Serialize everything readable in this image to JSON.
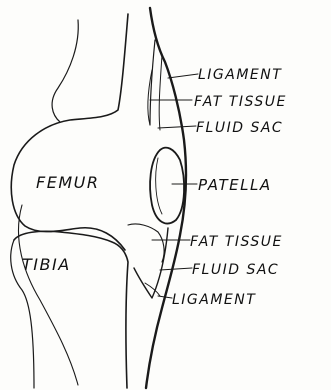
{
  "bones": {
    "femur": "FEMUR",
    "tibia": "TIBIA"
  },
  "labels": {
    "ligament_top": "LIGAMENT",
    "fat_tissue_top": "FAT TISSUE",
    "fluid_sac_top": "FLUID SAC",
    "patella": "PATELLA",
    "fat_tissue_bottom": "FAT TISSUE",
    "fluid_sac_bottom": "FLUID SAC",
    "ligament_bottom": "LIGAMENT"
  }
}
